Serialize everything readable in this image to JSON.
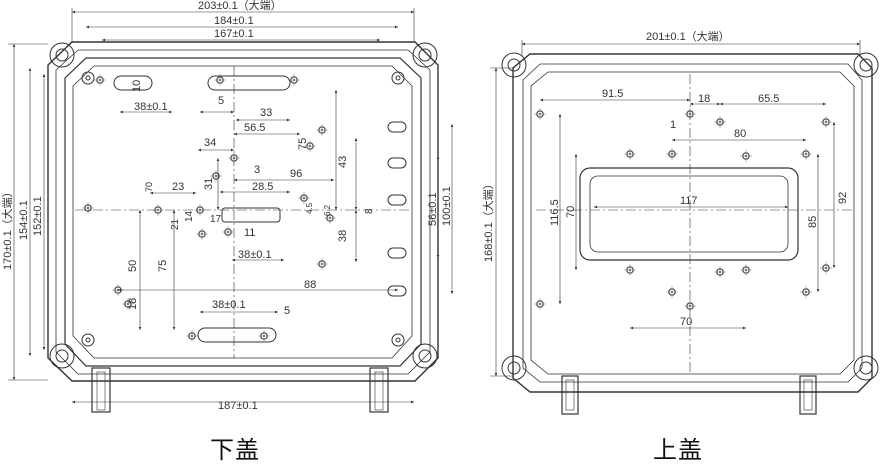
{
  "captions": {
    "bottom_cover": "下盖",
    "top_cover": "上盖"
  },
  "bottom_cover": {
    "top_dims": [
      "203±0.1（大端）",
      "184±0.1",
      "167±0.1"
    ],
    "left_dims": [
      "170±0.1（大端）",
      "154±0.1",
      "152±0.1"
    ],
    "right_dims": [
      "56±0.1",
      "100±0.1"
    ],
    "bottom_dim": "187±0.1",
    "inner_dims": {
      "d10": "10",
      "d38_top": "38±0.1",
      "d5a": "5",
      "d33": "33",
      "d56_5": "56.5",
      "d34": "34",
      "d75a": "75",
      "d43": "43",
      "d3": "3",
      "d96": "96",
      "d28_5": "28.5",
      "d23": "23",
      "d31": "31",
      "d70": "70",
      "d14": "14",
      "d21": "21",
      "d17": "17",
      "d11": "11",
      "d38_mid": "38±0.1",
      "d38": "38",
      "d8": "8",
      "d6_2": "6.2",
      "d4_5": "4.5",
      "d50": "50",
      "d75b": "75",
      "d18": "18",
      "d88": "88",
      "d38_bottom": "38±0.1",
      "d5b": "5"
    }
  },
  "top_cover": {
    "top_dim": "201±0.1（大端）",
    "left_dims": [
      "168±0.1（大端）",
      "116.5",
      "70"
    ],
    "inner_dims": {
      "d91_5": "91.5",
      "d18": "18",
      "d65_5": "65.5",
      "d1": "1",
      "d80": "80",
      "d117": "117",
      "d92": "92",
      "d85": "85",
      "d70b": "70"
    }
  }
}
